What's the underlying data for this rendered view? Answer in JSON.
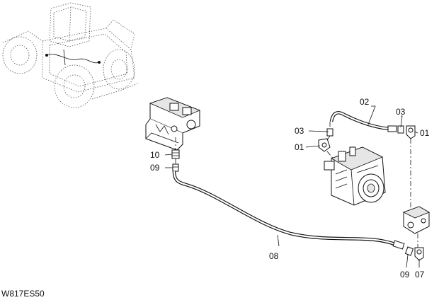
{
  "diagram": {
    "drawing_code": "W817ES50",
    "callouts": {
      "p01_top": "01",
      "p01_left": "01",
      "p02": "02",
      "p03_top": "03",
      "p03_left": "03",
      "p07": "07",
      "p08": "08",
      "p09_left": "09",
      "p09_bottom": "09",
      "p10": "10"
    }
  }
}
